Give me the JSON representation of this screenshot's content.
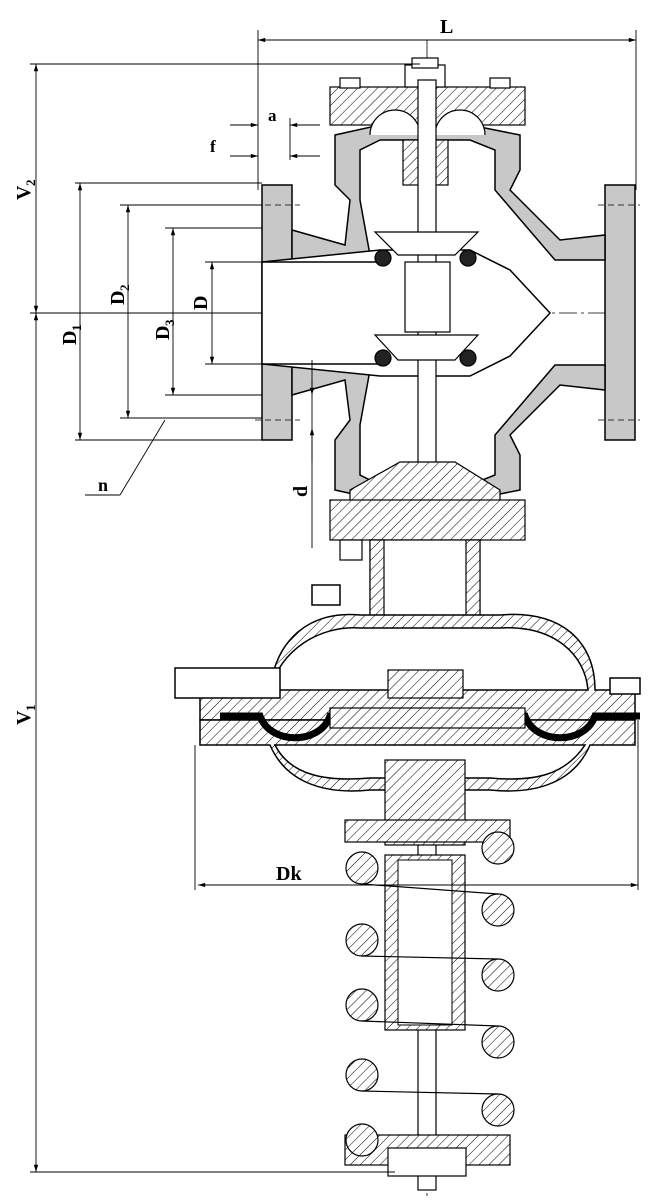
{
  "labels": {
    "L": "L",
    "a": "a",
    "f": "f",
    "V2": "V",
    "V2_sub": "2",
    "V1": "V",
    "V1_sub": "1",
    "D1": "D",
    "D1_sub": "1",
    "D2": "D",
    "D2_sub": "2",
    "D3": "D",
    "D3_sub": "3",
    "D": "D",
    "n": "n",
    "d": "d",
    "Dk": "Dk"
  },
  "colors": {
    "line": "#000000",
    "section_fill": "#c8c8c8",
    "diaphragm": "#000000",
    "background": "#ffffff"
  }
}
